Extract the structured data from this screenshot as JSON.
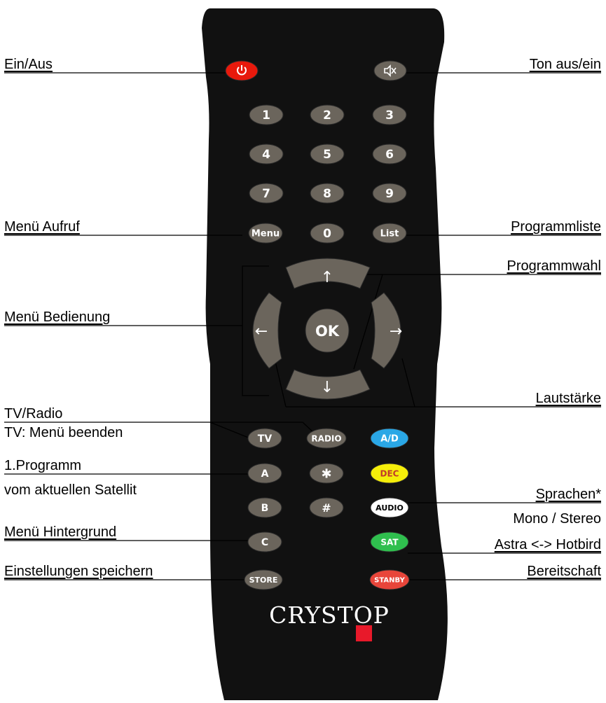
{
  "remote": {
    "brand": "CRYSTOP",
    "buttons": {
      "power": "",
      "mute": "",
      "digits": [
        "1",
        "2",
        "3",
        "4",
        "5",
        "6",
        "7",
        "8",
        "9",
        "0"
      ],
      "menu": "Menu",
      "list": "List",
      "ok": "OK",
      "arrow_up": "↑",
      "arrow_down": "↓",
      "arrow_left": "←",
      "arrow_right": "→",
      "tv": "TV",
      "radio": "RADIO",
      "ad": "A/D",
      "a": "A",
      "star": "✱",
      "dec": "DEC",
      "b": "B",
      "hash": "#",
      "audio": "AUDIO",
      "c": "C",
      "sat": "SAT",
      "store": "STORE",
      "stanby": "STANBY"
    },
    "colors": {
      "body": "#111111",
      "button": "#6b655c",
      "power": "#e8190c",
      "ad": "#2aa7e6",
      "dec": "#f5ee0a",
      "audio": "#ffffff",
      "sat": "#2fbf4e",
      "stanby": "#e8453a",
      "logo_square": "#e8192a"
    }
  },
  "labels": {
    "ein_aus": "Ein/Aus",
    "ton": "Ton aus/ein",
    "menu_aufruf": "Menü Aufruf",
    "programmliste": "Programmliste",
    "programmwahl": "Programmwahl",
    "menu_bedienung": "Menü Bedienung",
    "lautstaerke": "Lautstärke",
    "tv_radio": "TV/Radio",
    "tv_menu_beenden": "TV: Menü beenden",
    "programm1": "1.Programm",
    "vom_satellit": "vom aktuellen Satellit",
    "sprachen": "Sprachen*",
    "mono_stereo": "Mono / Stereo",
    "menu_hintergrund": "Menü Hintergrund",
    "astra_hotbird": "Astra <-> Hotbird",
    "einstellungen": "Einstellungen speichern",
    "bereitschaft": "Bereitschaft"
  }
}
